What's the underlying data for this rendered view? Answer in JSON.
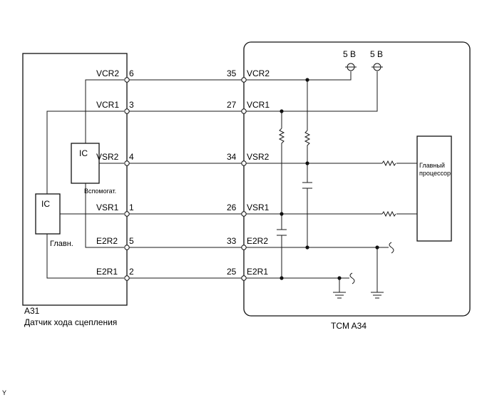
{
  "sensor": {
    "ref": "A31",
    "name": "Датчик хода сцепления",
    "ic_main": "IC",
    "ic_sub": "IC",
    "main_label": "Главн.",
    "sub_label": "Вспомогат."
  },
  "tcm": {
    "name": "TCM A34",
    "cpu_line1": "Главный",
    "cpu_line2": "процессор"
  },
  "supply": {
    "left": "5 В",
    "right": "5 В"
  },
  "pins": [
    {
      "name": "VCR2",
      "sensor_pin": "6",
      "tcm_pin": "35"
    },
    {
      "name": "VCR1",
      "sensor_pin": "3",
      "tcm_pin": "27"
    },
    {
      "name": "VSR2",
      "sensor_pin": "4",
      "tcm_pin": "34"
    },
    {
      "name": "VSR1",
      "sensor_pin": "1",
      "tcm_pin": "26"
    },
    {
      "name": "E2R2",
      "sensor_pin": "5",
      "tcm_pin": "33"
    },
    {
      "name": "E2R1",
      "sensor_pin": "2",
      "tcm_pin": "25"
    }
  ],
  "corner_mark": "Y"
}
